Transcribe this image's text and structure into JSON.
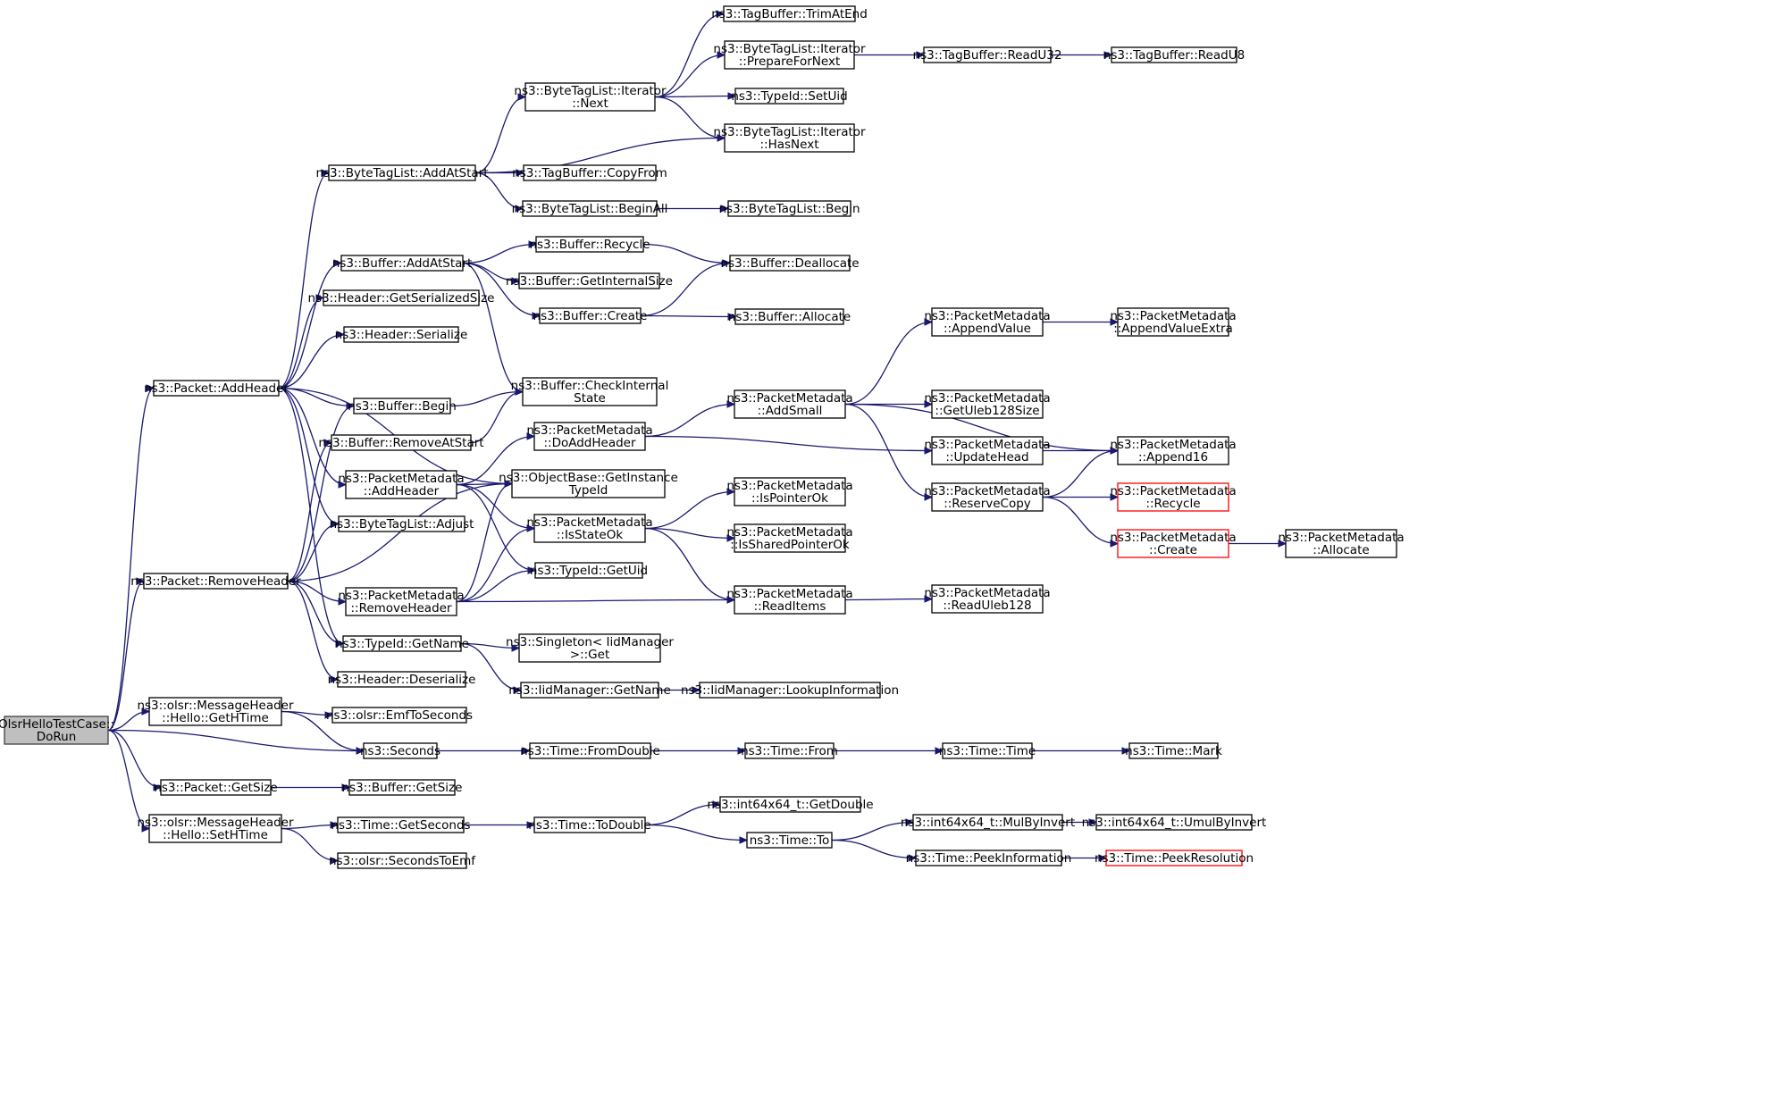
{
  "diagram": {
    "type": "call-graph",
    "colors": {
      "edge": "#191970",
      "root_fill": "#bfbfbf",
      "truncated_border": "#ff0000",
      "node_border": "#000000"
    },
    "nodes": [
      {
        "id": "dorun",
        "lines": [
          "OlsrHelloTestCase::",
          "DoRun"
        ],
        "style": "root"
      },
      {
        "id": "pkt_addheader",
        "lines": [
          "ns3::Packet::AddHeader"
        ]
      },
      {
        "id": "pkt_removeheader",
        "lines": [
          "ns3::Packet::RemoveHeader"
        ]
      },
      {
        "id": "hello_gethtime",
        "lines": [
          "ns3::olsr::MessageHeader",
          "::Hello::GetHTime"
        ]
      },
      {
        "id": "seconds",
        "lines": [
          "ns3::Seconds"
        ]
      },
      {
        "id": "pkt_getsize",
        "lines": [
          "ns3::Packet::GetSize"
        ]
      },
      {
        "id": "hello_sethtime",
        "lines": [
          "ns3::olsr::MessageHeader",
          "::Hello::SetHTime"
        ]
      },
      {
        "id": "btl_addatstart",
        "lines": [
          "ns3::ByteTagList::AddAtStart"
        ]
      },
      {
        "id": "buf_addatstart",
        "lines": [
          "ns3::Buffer::AddAtStart"
        ]
      },
      {
        "id": "hdr_getserializedsize",
        "lines": [
          "ns3::Header::GetSerializedSize"
        ]
      },
      {
        "id": "hdr_serialize",
        "lines": [
          "ns3::Header::Serialize"
        ]
      },
      {
        "id": "buf_begin",
        "lines": [
          "ns3::Buffer::Begin"
        ]
      },
      {
        "id": "buf_removeatstart",
        "lines": [
          "ns3::Buffer::RemoveAtStart"
        ]
      },
      {
        "id": "pm_addheader",
        "lines": [
          "ns3::PacketMetadata",
          "::AddHeader"
        ]
      },
      {
        "id": "btl_adjust",
        "lines": [
          "ns3::ByteTagList::Adjust"
        ]
      },
      {
        "id": "pm_removeheader",
        "lines": [
          "ns3::PacketMetadata",
          "::RemoveHeader"
        ]
      },
      {
        "id": "typeid_getname",
        "lines": [
          "ns3::TypeId::GetName"
        ]
      },
      {
        "id": "hdr_deserialize",
        "lines": [
          "ns3::Header::Deserialize"
        ]
      },
      {
        "id": "olsr_emftoseconds",
        "lines": [
          "ns3::olsr::EmfToSeconds"
        ]
      },
      {
        "id": "buf_getsize",
        "lines": [
          "ns3::Buffer::GetSize"
        ]
      },
      {
        "id": "time_getseconds",
        "lines": [
          "ns3::Time::GetSeconds"
        ]
      },
      {
        "id": "olsr_secondstoemf",
        "lines": [
          "ns3::olsr::SecondsToEmf"
        ]
      },
      {
        "id": "btli_next",
        "lines": [
          "ns3::ByteTagList::Iterator",
          "::Next"
        ]
      },
      {
        "id": "tb_copyfrom",
        "lines": [
          "ns3::TagBuffer::CopyFrom"
        ]
      },
      {
        "id": "btl_beginall",
        "lines": [
          "ns3::ByteTagList::BeginAll"
        ]
      },
      {
        "id": "buf_recycle",
        "lines": [
          "ns3::Buffer::Recycle"
        ]
      },
      {
        "id": "buf_getinternalsize",
        "lines": [
          "ns3::Buffer::GetInternalSize"
        ]
      },
      {
        "id": "buf_create",
        "lines": [
          "ns3::Buffer::Create"
        ]
      },
      {
        "id": "buf_checkinternalstate",
        "lines": [
          "ns3::Buffer::CheckInternal",
          "State"
        ]
      },
      {
        "id": "pm_doaddheader",
        "lines": [
          "ns3::PacketMetadata",
          "::DoAddHeader"
        ]
      },
      {
        "id": "ob_getinstancetypeid",
        "lines": [
          "ns3::ObjectBase::GetInstance",
          "TypeId"
        ]
      },
      {
        "id": "pm_isstateok",
        "lines": [
          "ns3::PacketMetadata",
          "::IsStateOk"
        ]
      },
      {
        "id": "typeid_getuid",
        "lines": [
          "ns3::TypeId::GetUid"
        ]
      },
      {
        "id": "singleton_get",
        "lines": [
          "ns3::Singleton< IidManager",
          ">::Get"
        ]
      },
      {
        "id": "iid_getname",
        "lines": [
          "ns3::IidManager::GetName"
        ]
      },
      {
        "id": "time_fromdouble",
        "lines": [
          "ns3::Time::FromDouble"
        ]
      },
      {
        "id": "time_todouble",
        "lines": [
          "ns3::Time::ToDouble"
        ]
      },
      {
        "id": "tb_trimatend",
        "lines": [
          "ns3::TagBuffer::TrimAtEnd"
        ]
      },
      {
        "id": "btli_preparefornext",
        "lines": [
          "ns3::ByteTagList::Iterator",
          "::PrepareForNext"
        ]
      },
      {
        "id": "typeid_setuid",
        "lines": [
          "ns3::TypeId::SetUid"
        ]
      },
      {
        "id": "btli_hasnext",
        "lines": [
          "ns3::ByteTagList::Iterator",
          "::HasNext"
        ]
      },
      {
        "id": "btl_begin",
        "lines": [
          "ns3::ByteTagList::Begin"
        ]
      },
      {
        "id": "buf_deallocate",
        "lines": [
          "ns3::Buffer::Deallocate"
        ]
      },
      {
        "id": "buf_allocate",
        "lines": [
          "ns3::Buffer::Allocate"
        ]
      },
      {
        "id": "pm_addsmall",
        "lines": [
          "ns3::PacketMetadata",
          "::AddSmall"
        ]
      },
      {
        "id": "pm_ispointerok",
        "lines": [
          "ns3::PacketMetadata",
          "::IsPointerOk"
        ]
      },
      {
        "id": "pm_issharedpointerok",
        "lines": [
          "ns3::PacketMetadata",
          "::IsSharedPointerOk"
        ]
      },
      {
        "id": "pm_readitems",
        "lines": [
          "ns3::PacketMetadata",
          "::ReadItems"
        ]
      },
      {
        "id": "iid_lookupinformation",
        "lines": [
          "ns3::IidManager::LookupInformation"
        ]
      },
      {
        "id": "time_from",
        "lines": [
          "ns3::Time::From"
        ]
      },
      {
        "id": "i64_getdouble",
        "lines": [
          "ns3::int64x64_t::GetDouble"
        ]
      },
      {
        "id": "time_to",
        "lines": [
          "ns3::Time::To"
        ]
      },
      {
        "id": "tb_readu32",
        "lines": [
          "ns3::TagBuffer::ReadU32"
        ]
      },
      {
        "id": "pm_appendvalue",
        "lines": [
          "ns3::PacketMetadata",
          "::AppendValue"
        ]
      },
      {
        "id": "pm_getuleb128size",
        "lines": [
          "ns3::PacketMetadata",
          "::GetUleb128Size"
        ]
      },
      {
        "id": "pm_updatehead",
        "lines": [
          "ns3::PacketMetadata",
          "::UpdateHead"
        ]
      },
      {
        "id": "pm_reservecopy",
        "lines": [
          "ns3::PacketMetadata",
          "::ReserveCopy"
        ]
      },
      {
        "id": "pm_readuleb128",
        "lines": [
          "ns3::PacketMetadata",
          "::ReadUleb128"
        ]
      },
      {
        "id": "time_time",
        "lines": [
          "ns3::Time::Time"
        ]
      },
      {
        "id": "i64_mulbyinvert",
        "lines": [
          "ns3::int64x64_t::MulByInvert"
        ]
      },
      {
        "id": "time_peekinformation",
        "lines": [
          "ns3::Time::PeekInformation"
        ]
      },
      {
        "id": "tb_readu8",
        "lines": [
          "ns3::TagBuffer::ReadU8"
        ]
      },
      {
        "id": "pm_appendvalueextra",
        "lines": [
          "ns3::PacketMetadata",
          "::AppendValueExtra"
        ]
      },
      {
        "id": "pm_append16",
        "lines": [
          "ns3::PacketMetadata",
          "::Append16"
        ]
      },
      {
        "id": "pm_recycle",
        "lines": [
          "ns3::PacketMetadata",
          "::Recycle"
        ],
        "style": "truncated"
      },
      {
        "id": "pm_create",
        "lines": [
          "ns3::PacketMetadata",
          "::Create"
        ],
        "style": "truncated"
      },
      {
        "id": "time_mark",
        "lines": [
          "ns3::Time::Mark"
        ]
      },
      {
        "id": "i64_umulbyinvert",
        "lines": [
          "ns3::int64x64_t::UmulByInvert"
        ]
      },
      {
        "id": "time_peekresolution",
        "lines": [
          "ns3::Time::PeekResolution"
        ],
        "style": "truncated"
      },
      {
        "id": "pm_allocate",
        "lines": [
          "ns3::PacketMetadata",
          "::Allocate"
        ]
      }
    ],
    "edges": [
      [
        "dorun",
        "pkt_addheader"
      ],
      [
        "dorun",
        "pkt_removeheader"
      ],
      [
        "dorun",
        "hello_gethtime"
      ],
      [
        "dorun",
        "seconds"
      ],
      [
        "dorun",
        "pkt_getsize"
      ],
      [
        "dorun",
        "hello_sethtime"
      ],
      [
        "pkt_addheader",
        "btl_addatstart"
      ],
      [
        "pkt_addheader",
        "buf_addatstart"
      ],
      [
        "pkt_addheader",
        "hdr_getserializedsize"
      ],
      [
        "pkt_addheader",
        "hdr_serialize"
      ],
      [
        "pkt_addheader",
        "buf_begin"
      ],
      [
        "pkt_addheader",
        "pm_addheader"
      ],
      [
        "pkt_addheader",
        "btl_adjust"
      ],
      [
        "pkt_addheader",
        "typeid_getname"
      ],
      [
        "pkt_addheader",
        "ob_getinstancetypeid"
      ],
      [
        "pkt_removeheader",
        "buf_begin"
      ],
      [
        "pkt_removeheader",
        "buf_removeatstart"
      ],
      [
        "pkt_removeheader",
        "pm_removeheader"
      ],
      [
        "pkt_removeheader",
        "btl_adjust"
      ],
      [
        "pkt_removeheader",
        "typeid_getname"
      ],
      [
        "pkt_removeheader",
        "hdr_deserialize"
      ],
      [
        "pkt_removeheader",
        "ob_getinstancetypeid"
      ],
      [
        "hello_gethtime",
        "olsr_emftoseconds"
      ],
      [
        "hello_gethtime",
        "seconds"
      ],
      [
        "seconds",
        "time_fromdouble"
      ],
      [
        "pkt_getsize",
        "buf_getsize"
      ],
      [
        "hello_sethtime",
        "time_getseconds"
      ],
      [
        "hello_sethtime",
        "olsr_secondstoemf"
      ],
      [
        "btl_addatstart",
        "btli_next"
      ],
      [
        "btl_addatstart",
        "btli_hasnext"
      ],
      [
        "btl_addatstart",
        "tb_copyfrom"
      ],
      [
        "btl_addatstart",
        "btl_beginall"
      ],
      [
        "buf_addatstart",
        "buf_recycle"
      ],
      [
        "buf_addatstart",
        "buf_getinternalsize"
      ],
      [
        "buf_addatstart",
        "buf_create"
      ],
      [
        "buf_addatstart",
        "buf_checkinternalstate"
      ],
      [
        "buf_begin",
        "buf_checkinternalstate"
      ],
      [
        "buf_removeatstart",
        "buf_checkinternalstate"
      ],
      [
        "pm_addheader",
        "pm_doaddheader"
      ],
      [
        "pm_addheader",
        "ob_getinstancetypeid"
      ],
      [
        "pm_addheader",
        "pm_isstateok"
      ],
      [
        "pm_addheader",
        "typeid_getuid"
      ],
      [
        "pm_removeheader",
        "ob_getinstancetypeid"
      ],
      [
        "pm_removeheader",
        "pm_isstateok"
      ],
      [
        "pm_removeheader",
        "typeid_getuid"
      ],
      [
        "pm_removeheader",
        "pm_readitems"
      ],
      [
        "typeid_getname",
        "singleton_get"
      ],
      [
        "typeid_getname",
        "iid_getname"
      ],
      [
        "time_getseconds",
        "time_todouble"
      ],
      [
        "btli_next",
        "tb_trimatend"
      ],
      [
        "btli_next",
        "btli_preparefornext"
      ],
      [
        "btli_next",
        "typeid_setuid"
      ],
      [
        "btli_next",
        "btli_hasnext"
      ],
      [
        "btl_beginall",
        "btl_begin"
      ],
      [
        "buf_recycle",
        "buf_deallocate"
      ],
      [
        "buf_create",
        "buf_deallocate"
      ],
      [
        "buf_create",
        "buf_allocate"
      ],
      [
        "pm_doaddheader",
        "pm_addsmall"
      ],
      [
        "pm_doaddheader",
        "pm_updatehead"
      ],
      [
        "pm_isstateok",
        "pm_ispointerok"
      ],
      [
        "pm_isstateok",
        "pm_issharedpointerok"
      ],
      [
        "pm_isstateok",
        "pm_readitems"
      ],
      [
        "iid_getname",
        "iid_lookupinformation"
      ],
      [
        "time_fromdouble",
        "time_from"
      ],
      [
        "time_todouble",
        "i64_getdouble"
      ],
      [
        "time_todouble",
        "time_to"
      ],
      [
        "btli_preparefornext",
        "tb_readu32"
      ],
      [
        "pm_addsmall",
        "pm_appendvalue"
      ],
      [
        "pm_addsmall",
        "pm_append16"
      ],
      [
        "pm_addsmall",
        "pm_getuleb128size"
      ],
      [
        "pm_addsmall",
        "pm_reservecopy"
      ],
      [
        "pm_readitems",
        "pm_readuleb128"
      ],
      [
        "time_from",
        "time_time"
      ],
      [
        "time_to",
        "i64_mulbyinvert"
      ],
      [
        "time_to",
        "time_peekinformation"
      ],
      [
        "tb_readu32",
        "tb_readu8"
      ],
      [
        "pm_appendvalue",
        "pm_appendvalueextra"
      ],
      [
        "pm_updatehead",
        "pm_append16"
      ],
      [
        "pm_reservecopy",
        "pm_append16"
      ],
      [
        "pm_reservecopy",
        "pm_recycle"
      ],
      [
        "pm_reservecopy",
        "pm_create"
      ],
      [
        "time_time",
        "time_mark"
      ],
      [
        "i64_mulbyinvert",
        "i64_umulbyinvert"
      ],
      [
        "time_peekinformation",
        "time_peekresolution"
      ],
      [
        "pm_create",
        "pm_allocate"
      ]
    ]
  }
}
